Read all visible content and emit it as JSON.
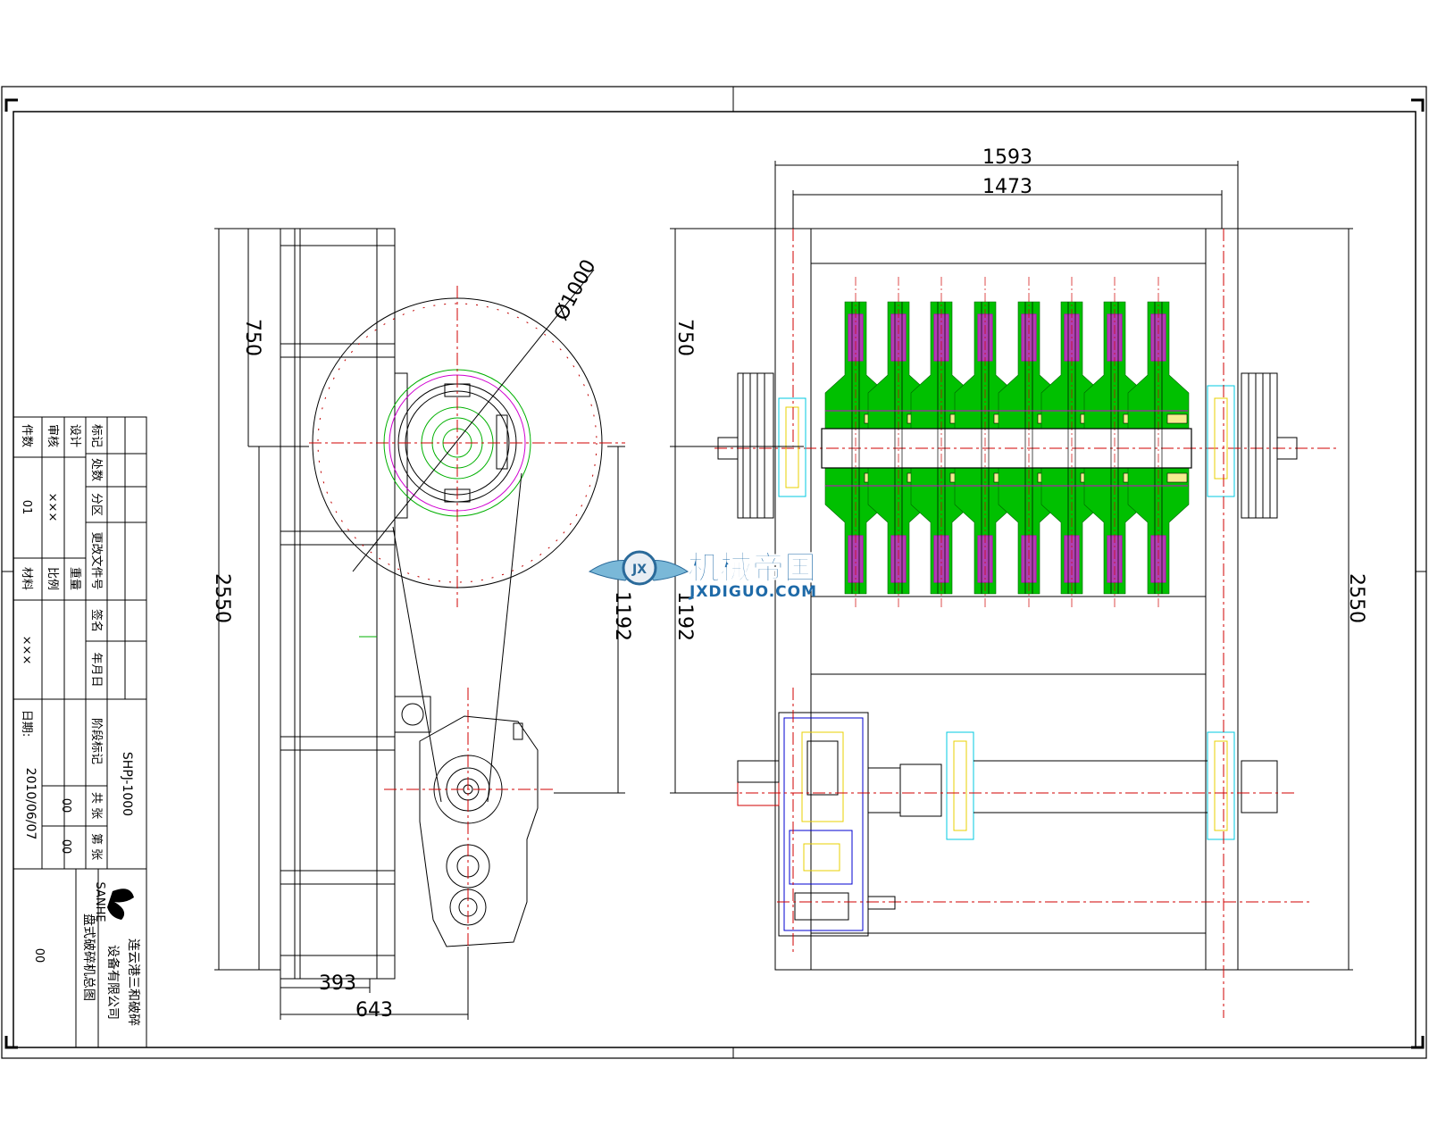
{
  "drawing": {
    "dimensions": {
      "left_height": "2550",
      "left_upper": "750",
      "left_lower": "1192",
      "left_diameter": "Ø1000",
      "left_bottom_inner": "393",
      "left_bottom_outer": "643",
      "right_top_outer": "1593",
      "right_top_inner": "1473",
      "right_upper": "750",
      "right_lower": "1192",
      "right_height": "2550"
    },
    "watermark": {
      "cn": "机械帝国",
      "en": "JXDIGUO.COM"
    },
    "colors": {
      "red": "#e00000",
      "green": "#00c000",
      "magenta": "#d000d0",
      "cyan": "#00c8e0",
      "blue": "#0000d0",
      "yellow": "#e8d000"
    },
    "title_block": {
      "revision_header": [
        "标记",
        "处数",
        "分区",
        "更改文件号",
        "签名",
        "年月日"
      ],
      "design": "设计",
      "review": "审核",
      "pieces": "件数",
      "pieces_value": "01",
      "xxx1": "×××",
      "material": "材料",
      "material_value": "×××",
      "weight": "重量",
      "scale": "比例",
      "stage_mark": "阶段标记",
      "model": "SHPJ-1000",
      "total": "共 张",
      "total_value": "00",
      "sheet": "第 张",
      "sheet_value": "00",
      "date_label": "日期:",
      "date": "2010/06/07",
      "company_line1": "连云港三和破碎",
      "company_line2": "设备有限公司",
      "logo_text": "SANHE",
      "drawing_name": "盘式破碎机总图",
      "drawing_no": "00"
    }
  }
}
